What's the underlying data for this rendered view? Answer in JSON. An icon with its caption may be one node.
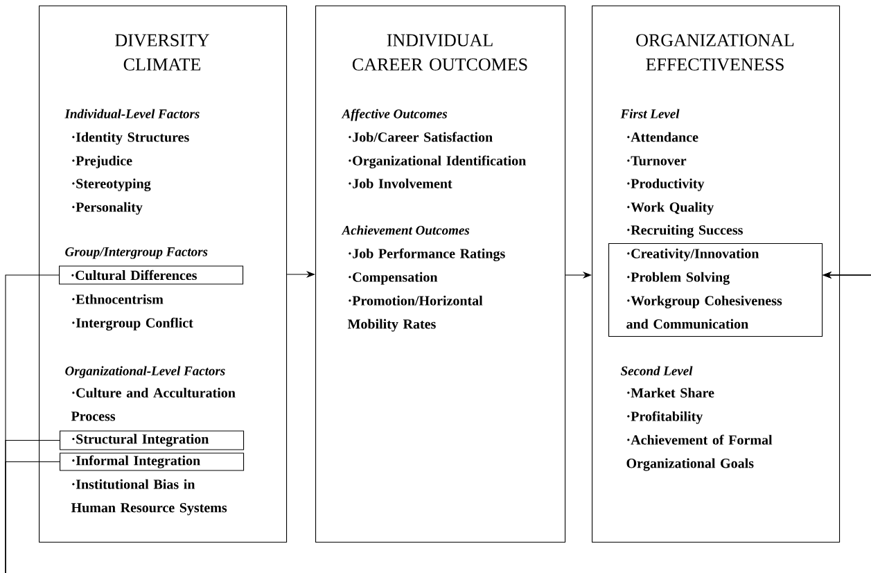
{
  "diagram": {
    "nodes": [
      {
        "text": [
          "DIVERSITY CLIMATE",
          "Individual-Level Factors",
          "·Identity Structures",
          "·Prejudice",
          "·Stereotyping",
          "·Personality",
          "Group/Intergroup Factors",
          "·Ethnocentrism",
          "·Intergroup Conflict",
          "Organizational-Level Factors",
          "·Culture and Acculturation Process",
          "·Institutional Bias in Human Resource Systems"
        ]
      },
      {
        "text": [
          "·Cultural Differences"
        ],
        "in": 0
      },
      {
        "text": [
          "·Structural Integration"
        ],
        "in": 0
      },
      {
        "text": [
          "·Informal Integration"
        ],
        "in": 0
      },
      {
        "text": [
          "INDIVIDUAL CAREER OUTCOMES",
          "Affective Outcomes",
          "·Job/Career Satisfaction",
          "·Organizational Identification",
          "·Job Involvement",
          "Achievement Outcomes",
          "·Job Performance Ratings",
          "·Compensation",
          "·Promotion/Horizontal Mobility Rates"
        ]
      },
      {
        "text": [
          "ORGANIZATIONAL EFFECTIVENESS",
          "First Level",
          "·Attendance",
          "·Turnover",
          "·Productivity",
          "·Work Quality",
          "·Recruiting Success",
          "Second Level",
          "·Market Share",
          "·Profitability",
          "·Achievement of Formal Organizational Goals"
        ]
      },
      {
        "text": [
          "·Creativity/Innovation",
          "·Problem Solving",
          "·Workgroup Cohesiveness and Communication"
        ],
        "in": 5
      }
    ],
    "edges": [
      {
        "from": 0,
        "to": 4,
        "arrow": "to"
      },
      {
        "from": 4,
        "to": 5,
        "arrow": "to"
      },
      {
        "from": 1,
        "to": 6,
        "arrow": "to"
      },
      {
        "from": 2,
        "to": 6,
        "arrow": "to"
      },
      {
        "from": 3,
        "to": 6,
        "arrow": "to"
      }
    ]
  }
}
